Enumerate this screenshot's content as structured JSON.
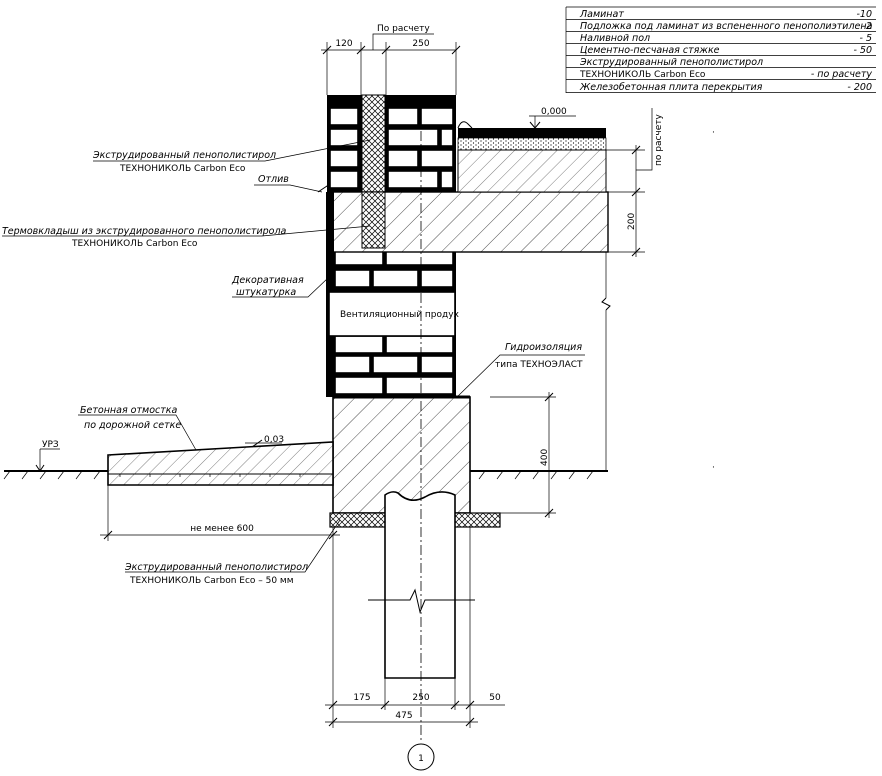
{
  "layers_table": {
    "rows": [
      {
        "name": "Ламинат",
        "value": "-10"
      },
      {
        "name": "Подложка под ламинат из вспененного пенополиэтилена",
        "value": "-2"
      },
      {
        "name": "Наливной пол",
        "value": "- 5"
      },
      {
        "name": "Цементно-песчаная стяжке",
        "value": "- 50"
      },
      {
        "name": "Экструдированный пенополистирол",
        "value": ""
      },
      {
        "name": "ТЕХНОНИКОЛЬ Carbon Eco",
        "value": "- по расчету"
      },
      {
        "name": "Железобетонная плита перекрытия",
        "value": "- 200"
      }
    ]
  },
  "dimensions": {
    "top_left": "120",
    "top_right": "250",
    "top_callout": "По расчету",
    "right_insulation": "по расчету",
    "right_slab": "200",
    "right_foundation": "400",
    "bottom_left": "175",
    "bottom_mid": "250",
    "bottom_right": "50",
    "bottom_total": "475",
    "not_less": "не менее 600"
  },
  "levels": {
    "floor": "0,000",
    "slope": "0,03",
    "ground": "УРЗ"
  },
  "labels": {
    "xps_1a": "Экструдированный пенополистирол",
    "xps_1b": "ТЕХНОНИКОЛЬ Carbon Eco",
    "otliv": "Отлив",
    "thermo_a": "Термовкладыш из экструдированного пенополистирола",
    "thermo_b": "ТЕХНОНИКОЛЬ Carbon Eco",
    "plaster_a": "Декоративная",
    "plaster_b": "штукатурка",
    "vent": "Вентиляционный продух",
    "hydro_a": "Гидроизоляция",
    "hydro_b": "типа ТЕХНОЭЛАСТ",
    "blind_a": "Бетонная отмостка",
    "blind_b": "по дорожной сетке",
    "xps_2a": "Экструдированный пенополистирол",
    "xps_2b": "ТЕХНОНИКОЛЬ Carbon Eco – 50 мм",
    "axis_marker": "1"
  }
}
